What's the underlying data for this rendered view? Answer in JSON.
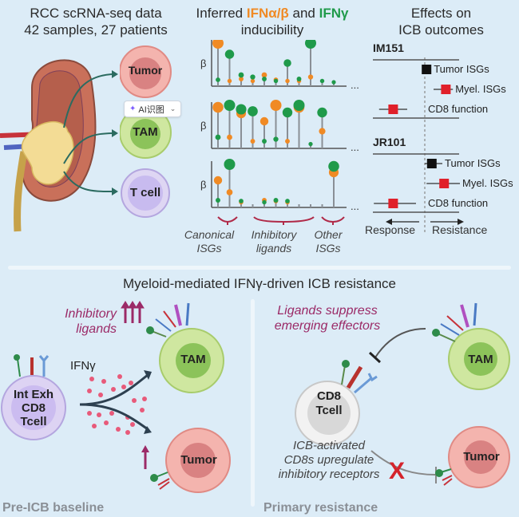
{
  "panel1": {
    "title_line1": "RCC scRNA-seq data",
    "title_line2": "42 samples, 27 patients",
    "cells": [
      "Tumor",
      "TAM",
      "T cell"
    ]
  },
  "panel2": {
    "title_prefix": "Inferred ",
    "title_ifnab": "IFNα/β",
    "title_mid": " and ",
    "title_ifng": "IFNγ",
    "title_line2": "inducibility",
    "y_label": "β",
    "ellipsis": "...",
    "groups": [
      {
        "line1": "Canonical",
        "line2": "ISGs"
      },
      {
        "line1": "Inhibitory",
        "line2": "ligands"
      },
      {
        "line1": "Other",
        "line2": "ISGs"
      }
    ],
    "colors": {
      "ifnab": "#f08a24",
      "ifng": "#1f9a4a",
      "stem": "#8a8f96"
    }
  },
  "chart_data": [
    {
      "type": "scatter",
      "title": "Tumor",
      "ylabel": "β",
      "note": "lollipop; each position shows IFNα/β (orange) and IFNγ (green) inducibility; dot size ~ magnitude (relative 0-1)",
      "ifnab": [
        1.0,
        0.05,
        0.1,
        0.05,
        0.2,
        0.08,
        0.05,
        0.05,
        0.15,
        0.0,
        0.0
      ],
      "ifng": [
        0.08,
        0.72,
        0.2,
        0.15,
        0.1,
        0.05,
        0.5,
        0.1,
        1.0,
        0.05,
        0.02
      ]
    },
    {
      "type": "scatter",
      "title": "TAM",
      "ylabel": "β",
      "ifnab": [
        0.95,
        0.2,
        0.8,
        0.1,
        0.6,
        1.0,
        0.1,
        0.95,
        0.0,
        0.35
      ],
      "ifng": [
        0.2,
        1.0,
        0.9,
        0.85,
        0.1,
        0.15,
        0.82,
        1.0,
        0.03,
        0.82
      ]
    },
    {
      "type": "scatter",
      "title": "T cell",
      "ylabel": "β",
      "ifnab": [
        0.6,
        0.3,
        0.05,
        0.0,
        0.1,
        0.08,
        0.05,
        0.0,
        0.0,
        0.0,
        0.8
      ],
      "ifng": [
        0.1,
        1.0,
        0.08,
        0.0,
        0.05,
        0.1,
        0.08,
        0.0,
        0.0,
        0.0,
        0.95
      ]
    },
    {
      "type": "scatter",
      "title": "IM151",
      "xlabel_left": "Response",
      "xlabel_right": "Resistance",
      "rows": [
        {
          "label": "Tumor ISGs",
          "estimate": 0.1,
          "ci": [
            -0.15,
            0.35
          ],
          "color": "#111111"
        },
        {
          "label": "Myel. ISGs",
          "estimate": 1.2,
          "ci": [
            0.5,
            1.6
          ],
          "color": "#e0202a"
        },
        {
          "label": "CD8 function",
          "estimate": -1.8,
          "ci": [
            -2.6,
            -1.0
          ],
          "color": "#e0202a"
        }
      ]
    },
    {
      "type": "scatter",
      "title": "JR101",
      "rows": [
        {
          "label": "Tumor ISGs",
          "estimate": 0.4,
          "ci": [
            0.0,
            1.0
          ],
          "color": "#111111"
        },
        {
          "label": "Myel. ISGs",
          "estimate": 1.1,
          "ci": [
            0.1,
            2.0
          ],
          "color": "#e0202a"
        },
        {
          "label": "CD8 function",
          "estimate": -1.8,
          "ci": [
            -2.9,
            -0.5
          ],
          "color": "#e0202a"
        }
      ]
    }
  ],
  "panel3": {
    "title_line1": "Effects on",
    "title_line2": "ICB outcomes",
    "cohorts": [
      {
        "name": "IM151",
        "rows": [
          "Tumor ISGs",
          "Myel. ISGs",
          "CD8 function"
        ]
      },
      {
        "name": "JR101",
        "rows": [
          "Tumor ISGs",
          "Myel. ISGs",
          "CD8 function"
        ]
      }
    ],
    "axis_left": "Response",
    "axis_right": "Resistance"
  },
  "ai_badge": {
    "label": "AI识图"
  },
  "bottom": {
    "title": "Myeloid-mediated IFNγ-driven ICB resistance",
    "left": {
      "label": "Pre-ICB baseline",
      "inhibitory_line1": "Inhibitory",
      "inhibitory_line2": "ligands",
      "ifng": "IFNγ",
      "tcell_lines": [
        "Int Exh",
        "CD8",
        "Tcell"
      ],
      "tam": "TAM",
      "tumor": "Tumor"
    },
    "right": {
      "label": "Primary resistance",
      "ligands_line1": "Ligands suppress",
      "ligands_line2": "emerging effectors",
      "cd8_lines": [
        "CD8",
        "Tcell"
      ],
      "tam": "TAM",
      "tumor": "Tumor",
      "annot_line1": "ICB-activated",
      "annot_line2": "CD8s upregulate",
      "annot_line3": "inhibitory receptors"
    }
  }
}
